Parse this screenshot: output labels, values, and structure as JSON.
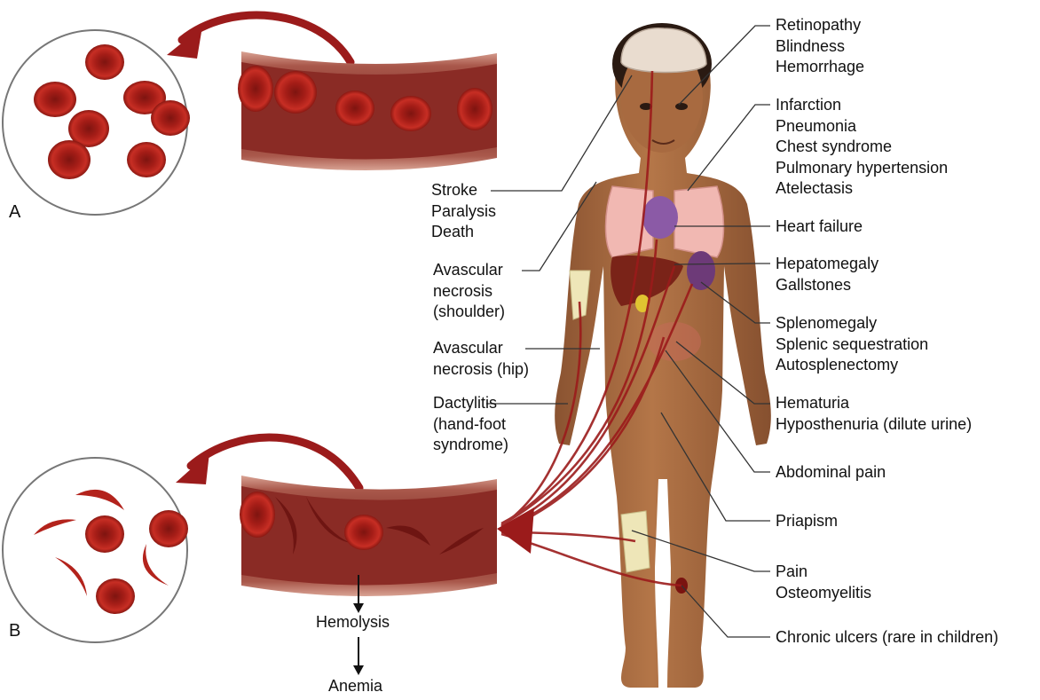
{
  "panels": {
    "a": "A",
    "b": "B"
  },
  "left_labels": {
    "stroke": "Stroke\nParalysis\nDeath",
    "avn_shoulder": "Avascular\nnecrosis\n(shoulder)",
    "avn_hip": "Avascular\nnecrosis (hip)",
    "dactylitis": "Dactylitis\n(hand-foot\nsyndrome)"
  },
  "right_labels": {
    "retinopathy": "Retinopathy\nBlindness\nHemorrhage",
    "infarction": "Infarction\nPneumonia\nChest syndrome\nPulmonary hypertension\nAtelectasis",
    "heart": "Heart failure",
    "hepato": "Hepatomegaly\nGallstones",
    "spleno": "Splenomegaly\nSplenic sequestration\nAutosplenectomy",
    "hematuria": "Hematuria\nHyposthenuria (dilute urine)",
    "abdominal": "Abdominal pain",
    "priapism": "Priapism",
    "pain": "Pain\nOsteomyelitis",
    "ulcers": "Chronic ulcers (rare in children)"
  },
  "cascade": {
    "hemolysis": "Hemolysis",
    "anemia": "Anemia"
  },
  "colors": {
    "rbc": "#b3231c",
    "vessel_wall": "#c98a7a",
    "vessel_lumen": "#8e2e26",
    "arrow": "#9b1b1b",
    "skin": "#a8693f",
    "lung": "#f1b8b2",
    "liver": "#7a2318",
    "spleen": "#6d3a78",
    "brain": "#e9dccf",
    "bone": "#eee6b8"
  }
}
